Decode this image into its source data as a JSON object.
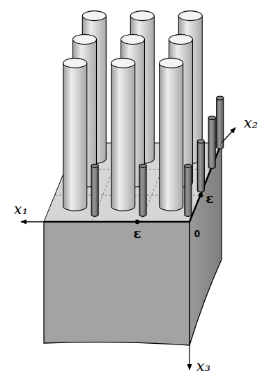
{
  "diagram": {
    "labels": [
      "x₁",
      "x₂",
      "x₃",
      "ε",
      "ε",
      "0"
    ]
  }
}
